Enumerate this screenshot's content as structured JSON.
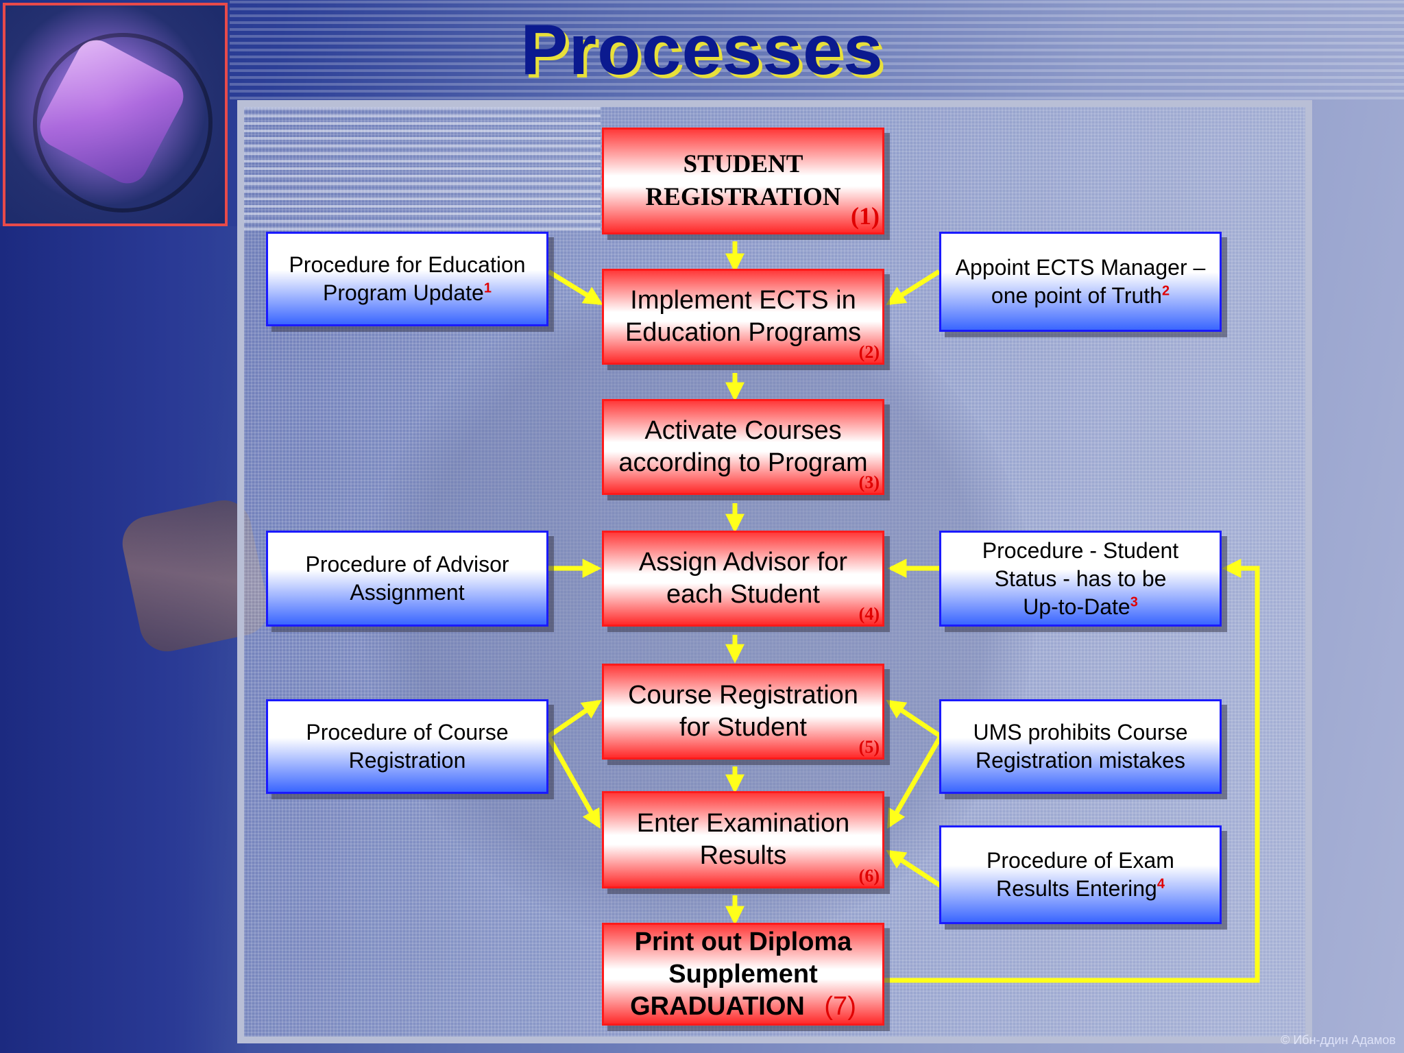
{
  "title": "Processes",
  "steps": {
    "s1": {
      "line1": "STUDENT",
      "line2": "REGISTRATION",
      "num": "(1)"
    },
    "s2": {
      "line1": "Implement ECTS in",
      "line2": "Education Programs",
      "num": "(2)"
    },
    "s3": {
      "line1": "Activate Courses",
      "line2": "according to Program",
      "num": "(3)"
    },
    "s4": {
      "line1": "Assign Advisor for",
      "line2": "each Student",
      "num": "(4)"
    },
    "s5": {
      "line1": "Course Registration",
      "line2": "for Student",
      "num": "(5)"
    },
    "s6": {
      "line1": "Enter Examination",
      "line2": "Results",
      "num": "(6)"
    },
    "s7": {
      "line1": "Print out Diploma",
      "line2": "Supplement",
      "line3": "GRADUATION",
      "num": "(7)"
    }
  },
  "procedures": {
    "p1": {
      "line1": "Procedure for Education",
      "line2": "Program Update",
      "note": "1"
    },
    "p2": {
      "line1": "Appoint ECTS Manager –",
      "line2": "one point of Truth",
      "note": "2"
    },
    "p3": {
      "line1": "Procedure of Advisor",
      "line2": "Assignment"
    },
    "p4": {
      "line1": "Procedure - Student",
      "line2": "Status - has to be",
      "line3": "Up-to-Date",
      "note": "3"
    },
    "p5": {
      "line1": "Procedure of Course",
      "line2": "Registration"
    },
    "p6": {
      "line1": "UMS prohibits Course",
      "line2": "Registration mistakes"
    },
    "p7": {
      "line1": "Procedure of Exam",
      "line2": "Results Entering",
      "note": "4"
    }
  },
  "credit": "© Ибн-ддин Адамов",
  "colors": {
    "arrow": "#ffff1a",
    "title": "#0b1a8f",
    "title_shadow": "#e8e03a",
    "step_border": "#ff1a1a",
    "procedure_border": "#1a1aff"
  }
}
